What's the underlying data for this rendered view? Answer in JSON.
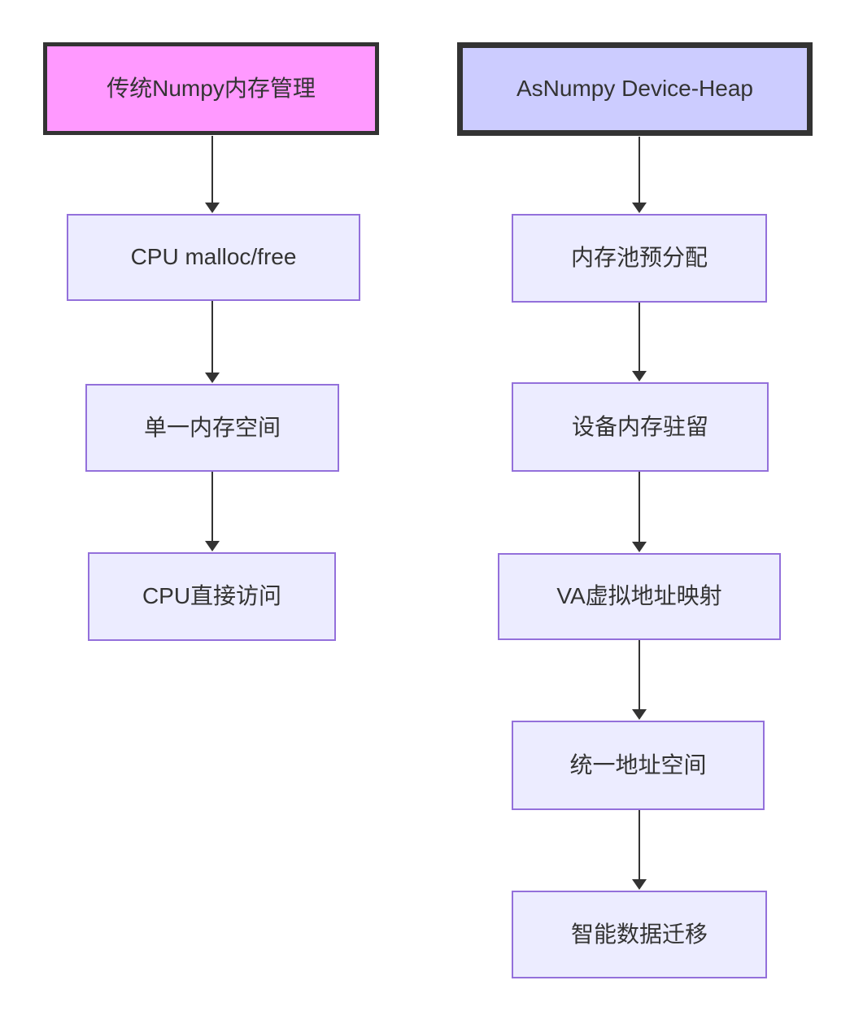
{
  "diagram": {
    "type": "flowchart",
    "background": "#ffffff",
    "colors": {
      "left_header_fill": "#ff99ff",
      "right_header_fill": "#ccccff",
      "header_border": "#333333",
      "node_fill": "#ececff",
      "node_border": "#9370db",
      "arrow": "#333333",
      "text": "#333333"
    },
    "columns": [
      {
        "name": "left",
        "header": {
          "label": "传统Numpy内存管理"
        },
        "nodes": [
          {
            "label": "CPU malloc/free"
          },
          {
            "label": "单一内存空间"
          },
          {
            "label": "CPU直接访问"
          }
        ]
      },
      {
        "name": "right",
        "header": {
          "label": "AsNumpy Device-Heap"
        },
        "nodes": [
          {
            "label": "内存池预分配"
          },
          {
            "label": "设备内存驻留"
          },
          {
            "label": "VA虚拟地址映射"
          },
          {
            "label": "统一地址空间"
          },
          {
            "label": "智能数据迁移"
          }
        ]
      }
    ]
  }
}
